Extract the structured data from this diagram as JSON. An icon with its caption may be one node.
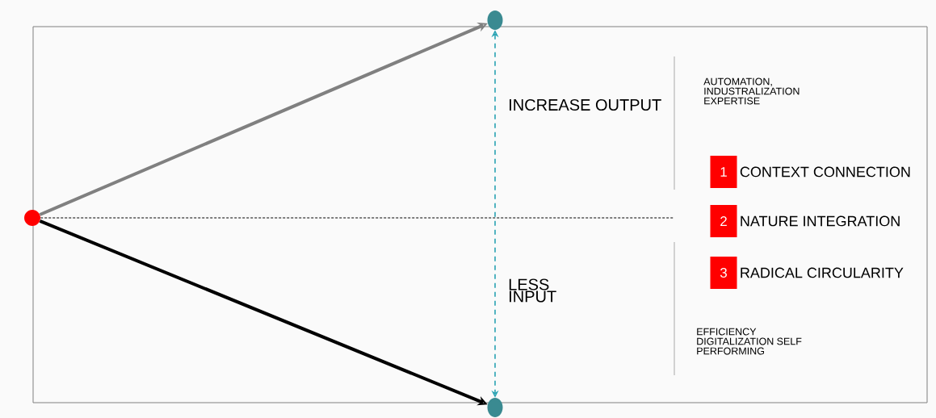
{
  "diagram": {
    "nodes": [
      {
        "text": [],
        "shape": "circle"
      },
      {
        "text": [],
        "shape": "circle"
      },
      {
        "text": [],
        "shape": "circle"
      },
      {
        "text": [
          "1"
        ],
        "beside": [
          "CONTEXT CONNECTION"
        ]
      },
      {
        "text": [
          "2"
        ],
        "beside": [
          "NATURE INTEGRATION"
        ]
      },
      {
        "text": [
          "3"
        ],
        "beside": [
          "RADICAL CIRCULARITY"
        ]
      }
    ],
    "edges": [
      {
        "from": 0,
        "to": 1,
        "arrow": "to",
        "style": "thick",
        "color": "#808080"
      },
      {
        "from": 0,
        "to": 2,
        "arrow": "to",
        "style": "thick"
      },
      {
        "from": 1,
        "to": 2,
        "arrow": "both",
        "style": "dashed",
        "color": "#2aa3b3"
      },
      {
        "from": 0,
        "to": null,
        "arrow": "none",
        "style": "dashed"
      }
    ],
    "labels": [
      "INCREASE OUTPUT",
      "LESS INPUT",
      "AUTOMATION, INDUSTRALIZATION EXPERTISE",
      "EFFICIENCY DIGITALIZATION SELF PERFORMING"
    ]
  }
}
